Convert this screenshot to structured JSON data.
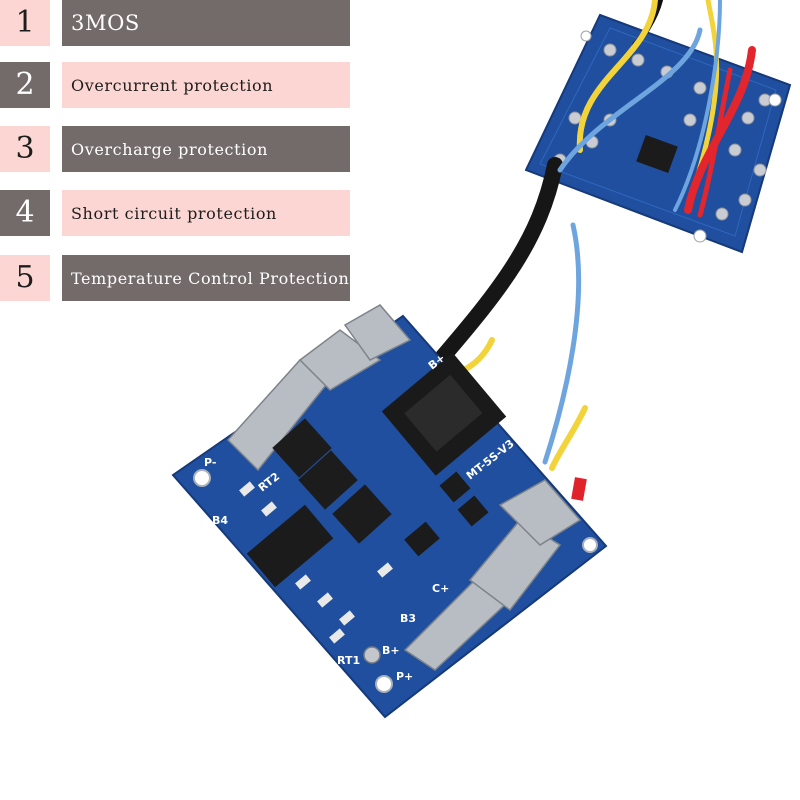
{
  "features": [
    {
      "number": "1",
      "label": "3MOS"
    },
    {
      "number": "2",
      "label": "Overcurrent protection"
    },
    {
      "number": "3",
      "label": "Overcharge protection"
    },
    {
      "number": "4",
      "label": "Short circuit protection"
    },
    {
      "number": "5",
      "label": "Temperature Control Protection"
    }
  ],
  "colors": {
    "dark_box": "#726b6a",
    "light_box": "#fcd6d3",
    "pcb_blue": "#1f4f9e",
    "background": "#ffffff"
  },
  "board_labels": {
    "model": "MT-5S-V3",
    "b_plus_top": "B+",
    "p_minus": "P-",
    "b4": "B4",
    "c_plus": "C+",
    "b3": "B3",
    "b_plus_bottom": "B+",
    "p_plus": "P+",
    "rt1": "RT1",
    "rt2": "RT2"
  }
}
